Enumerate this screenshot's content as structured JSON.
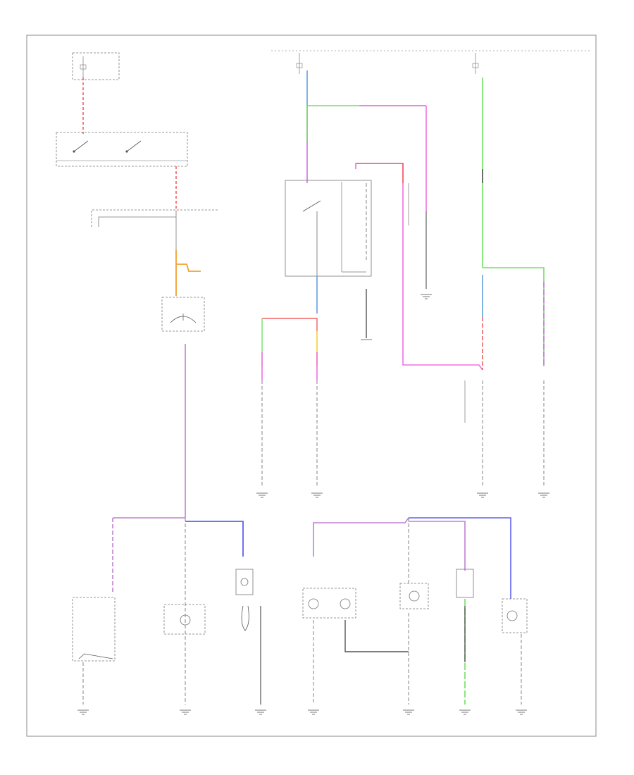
{
  "diagram": {
    "footer_code": "",
    "wire_colors": {
      "red": "#f06060",
      "orange": "#f0a030",
      "pink": "#f070e0",
      "violet": "#d070e8",
      "green": "#70e060",
      "blue": "#6060f0",
      "purple_pink": "#c080d0",
      "lightblue": "#60a0e0",
      "black": "#333333",
      "frame": "#888888"
    },
    "grounds": [
      {
        "id": "g1"
      },
      {
        "id": "g2"
      },
      {
        "id": "g3"
      },
      {
        "id": "g4"
      },
      {
        "id": "g5"
      },
      {
        "id": "g6"
      },
      {
        "id": "g7"
      },
      {
        "id": "g8"
      },
      {
        "id": "g9"
      },
      {
        "id": "g10"
      },
      {
        "id": "g11"
      },
      {
        "id": "g12"
      }
    ]
  }
}
